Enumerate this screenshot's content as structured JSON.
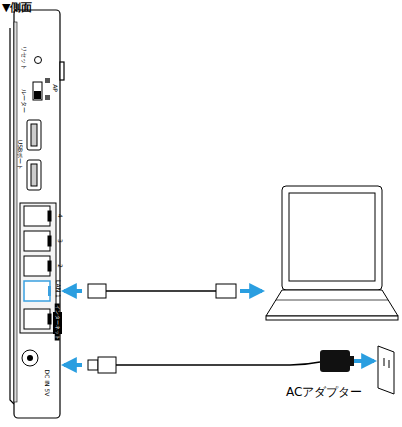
{
  "diagram": {
    "title": "▼側面",
    "nodes": [
      {
        "text": [
          "ACアダプター"
        ]
      }
    ],
    "labels": [
      "リセット",
      "ルーター",
      "AP",
      "USBポート",
      "4",
      "3",
      "2",
      "LAN 1",
      "インターネット",
      "DC IN 5V"
    ]
  }
}
